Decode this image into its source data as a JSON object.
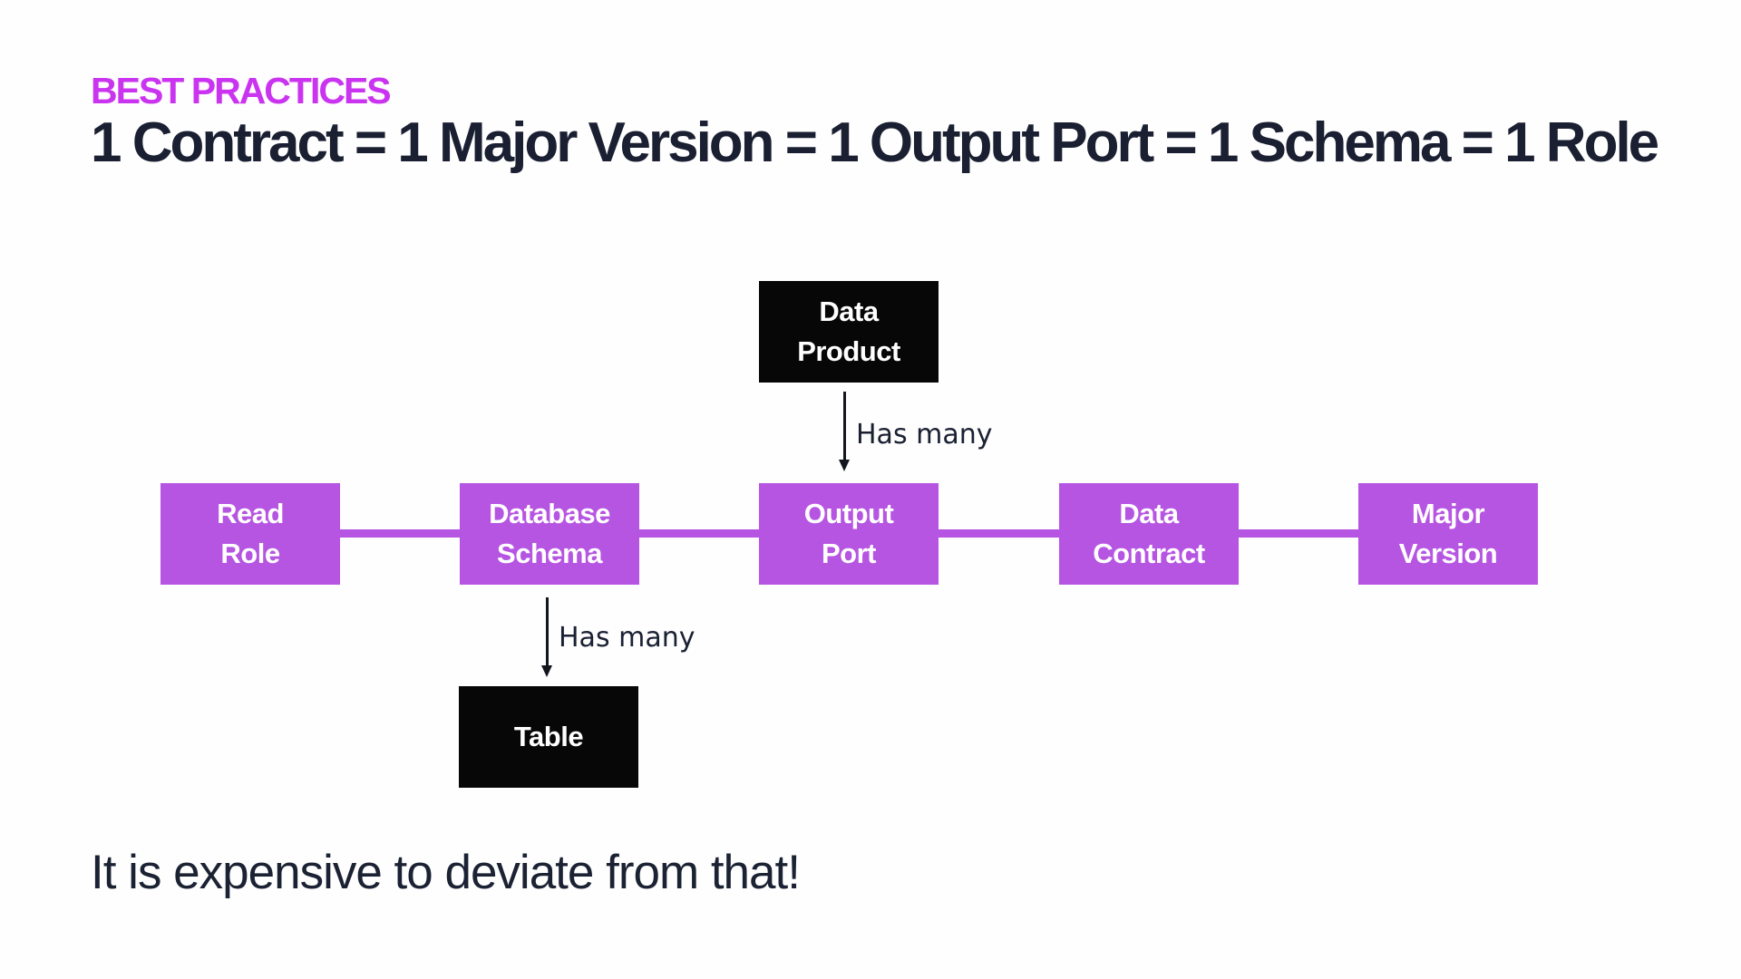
{
  "slide": {
    "eyebrow": "BEST PRACTICES",
    "title": "1 Contract = 1 Major Version = 1 Output Port = 1 Schema = 1 Role",
    "footnote": "It is expensive to deviate from that!"
  },
  "colors": {
    "background": "#fefefe",
    "eyebrow_magenta": "#ca34f0",
    "node_purple": "#b655e2",
    "node_black": "#070707",
    "text_dark_navy": "#1a1f32",
    "node_text": "#ffffff",
    "arrow_dark": "#14161f"
  },
  "diagram": {
    "top_node": {
      "id": "data-product",
      "lines": [
        "Data",
        "Product"
      ]
    },
    "chain_nodes": [
      {
        "id": "read-role",
        "lines": [
          "Read",
          "Role"
        ]
      },
      {
        "id": "database-schema",
        "lines": [
          "Database",
          "Schema"
        ]
      },
      {
        "id": "output-port",
        "lines": [
          "Output",
          "Port"
        ]
      },
      {
        "id": "data-contract",
        "lines": [
          "Data",
          "Contract"
        ]
      },
      {
        "id": "major-version",
        "lines": [
          "Major",
          "Version"
        ]
      }
    ],
    "detached_node": {
      "id": "table",
      "lines": [
        "Table"
      ]
    },
    "edges": [
      {
        "from": "data-product",
        "to": "output-port",
        "label": "Has many"
      },
      {
        "from": "database-schema",
        "to": "table",
        "label": "Has many"
      }
    ]
  }
}
